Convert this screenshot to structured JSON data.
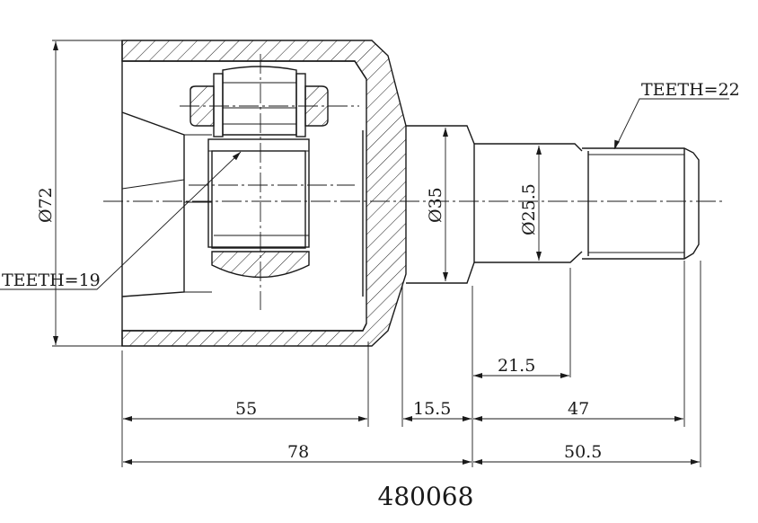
{
  "drawing": {
    "part_number": "480068",
    "labels": {
      "teeth_inner": "TEETH=19",
      "teeth_outer": "TEETH=22"
    },
    "dimensions": {
      "outer_diameter": "Ø72",
      "shaft_diameter": "Ø35",
      "spline_diameter": "Ø25.5",
      "housing_length": "55",
      "collar_length": "15.5",
      "neck_length": "21.5",
      "spline_length": "47",
      "total_body_length": "78",
      "total_shaft_length": "50.5"
    }
  }
}
